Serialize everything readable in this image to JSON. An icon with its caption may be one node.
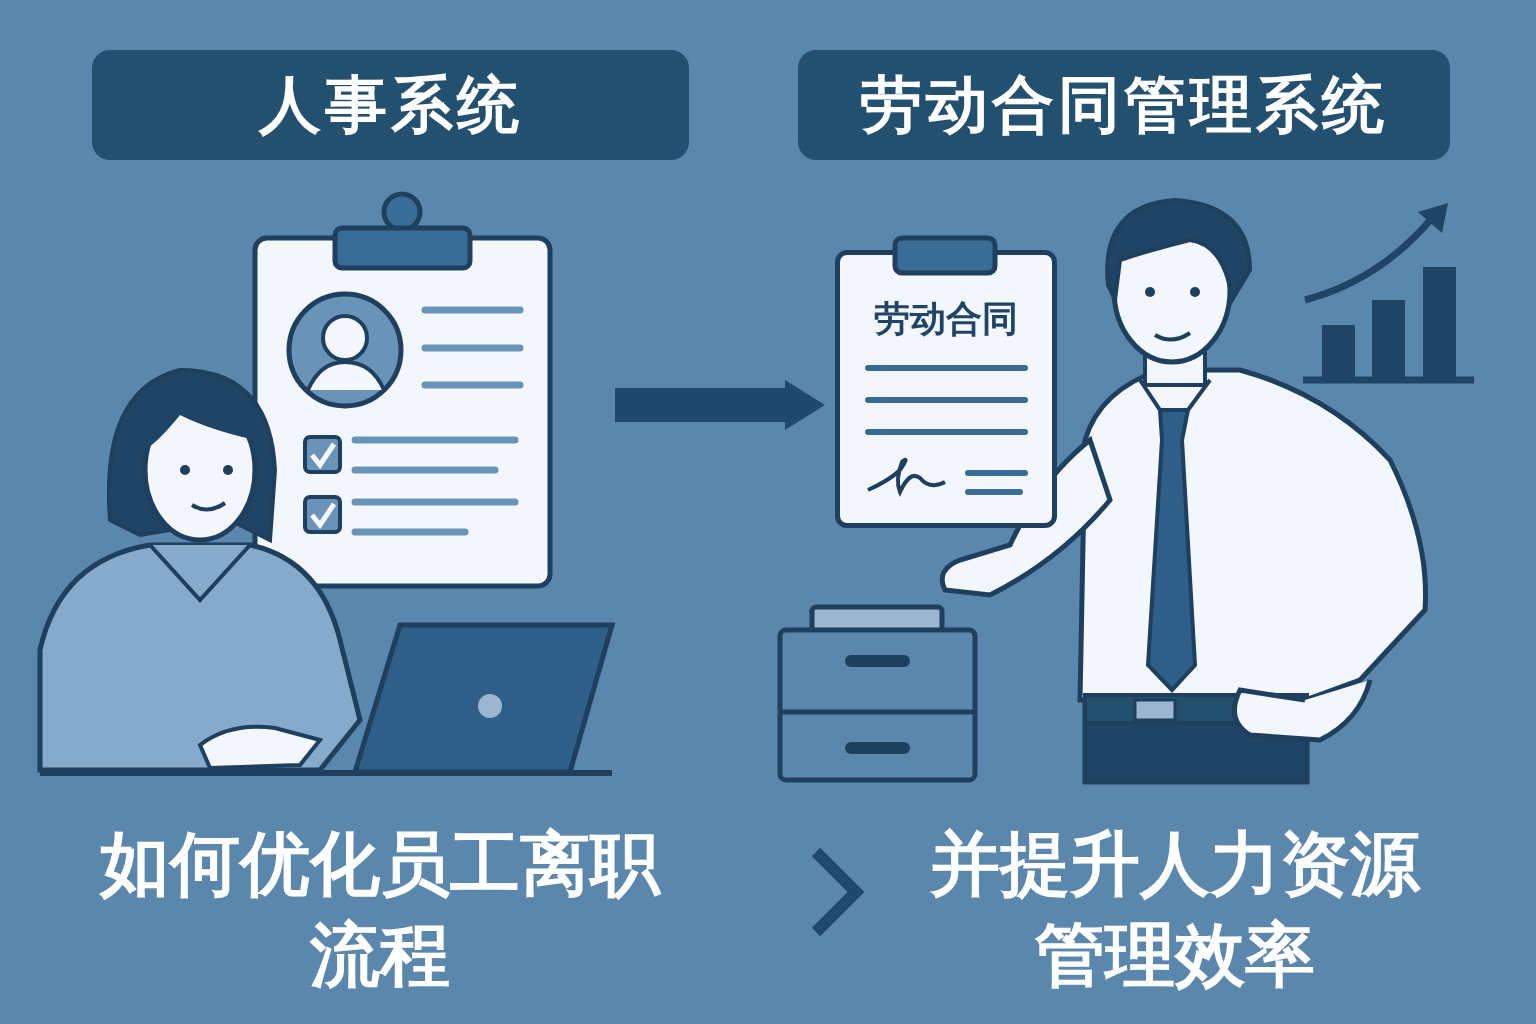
{
  "diagram": {
    "nodes": [
      {
        "text": [
          "人事系统"
        ]
      },
      {
        "text": [
          "劳动合同管理系统"
        ]
      },
      {
        "text": [],
        "shape": "picture"
      },
      {
        "text": [
          "劳动合同"
        ]
      },
      {
        "text": [
          "如何优化员工离职流程"
        ]
      },
      {
        "text": [
          "并提升人力资源管理效率"
        ]
      }
    ],
    "edges": [
      {
        "from": 2,
        "to": 3,
        "arrow": "to",
        "style": "thick"
      },
      {
        "from": 4,
        "to": 5,
        "arrow": "to"
      }
    ]
  }
}
